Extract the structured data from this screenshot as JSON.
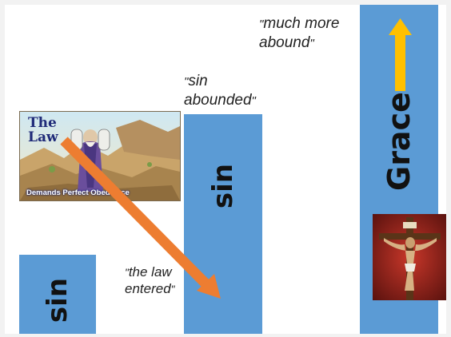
{
  "columns": {
    "left_label": "sin",
    "middle_label": "sin",
    "right_label": "Grace"
  },
  "quotes": {
    "law_entered": {
      "line1": "the law",
      "line2": "entered"
    },
    "sin_abounded": {
      "line1": "sin",
      "line2": "abounded"
    },
    "much_more": {
      "line1": "much more",
      "line2": "abound"
    }
  },
  "law_picture": {
    "title_line1": "The",
    "title_line2": "Law",
    "caption": "Demands Perfect Obedience"
  },
  "colors": {
    "bar": "#5b9bd5",
    "arrow_diagonal": "#ed7d31",
    "arrow_up": "#ffc000"
  },
  "icons": {
    "law": "moses-tablets-image",
    "cross": "crucifix-image",
    "diagonal": "orange-arrow-icon",
    "up": "yellow-up-arrow-icon"
  }
}
